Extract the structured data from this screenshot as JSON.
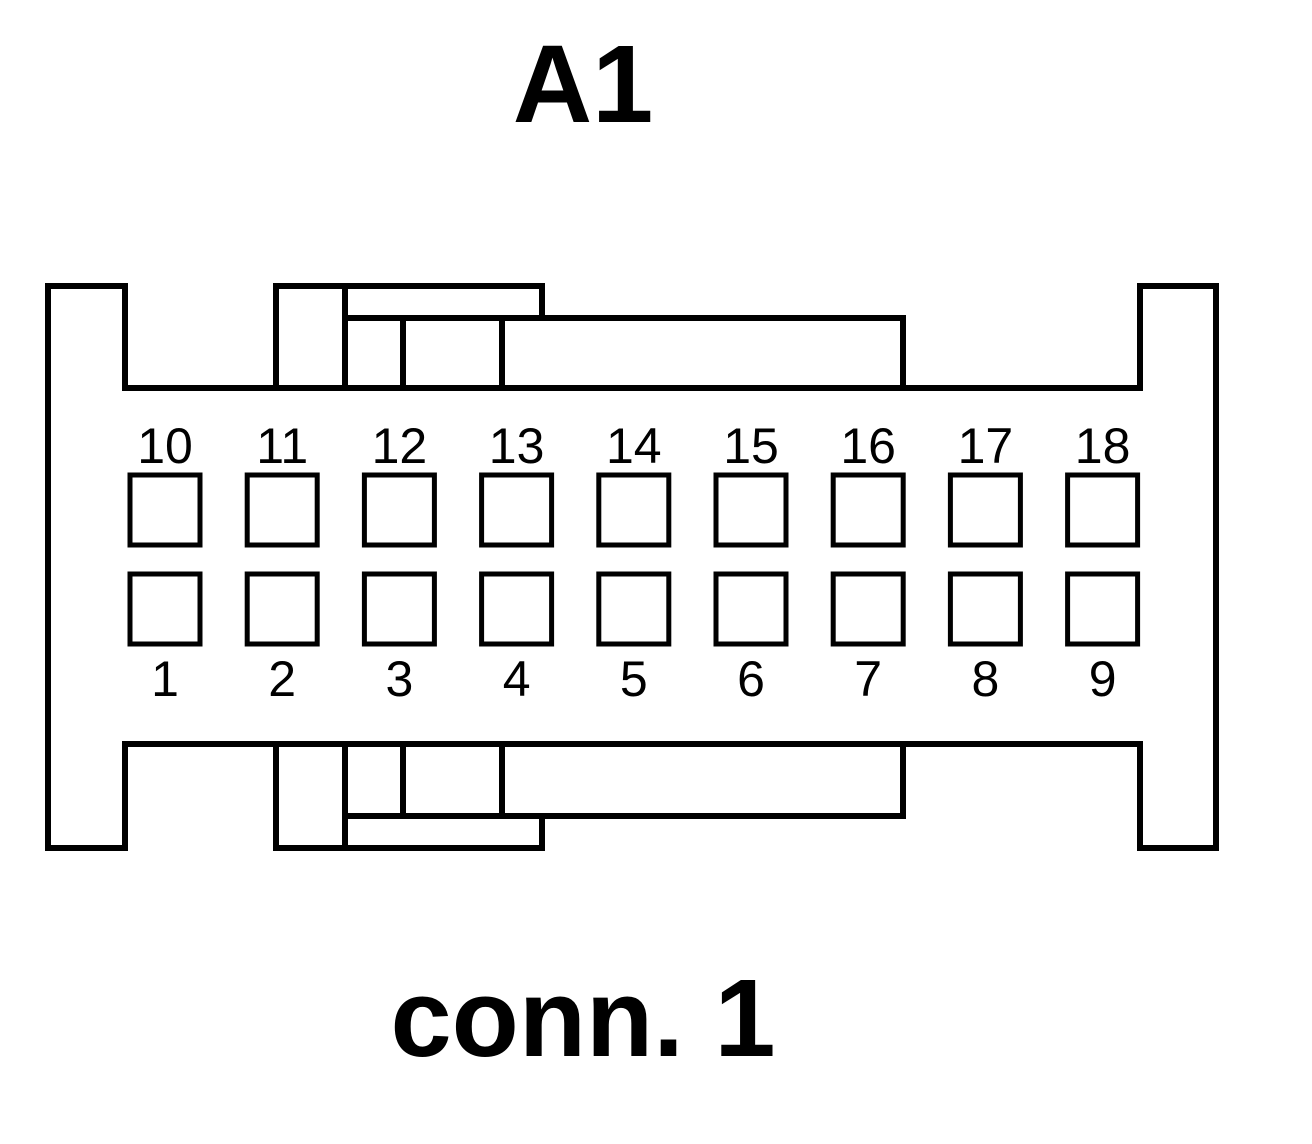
{
  "header": {
    "label": "A1"
  },
  "footer": {
    "label": "conn. 1"
  },
  "connector": {
    "pins_top_row": [
      "10",
      "11",
      "12",
      "13",
      "14",
      "15",
      "16",
      "17",
      "18"
    ],
    "pins_bottom_row": [
      "1",
      "2",
      "3",
      "4",
      "5",
      "6",
      "7",
      "8",
      "9"
    ],
    "colors": {
      "stroke": "#000000",
      "fill": "#ffffff"
    }
  }
}
